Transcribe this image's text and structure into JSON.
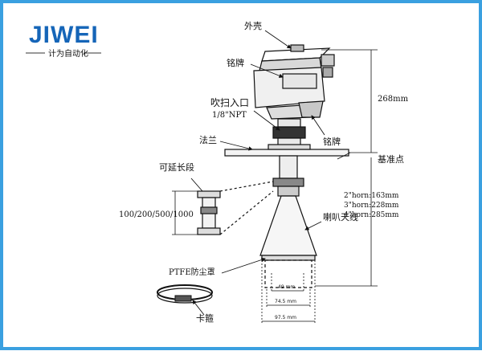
{
  "brand": {
    "logo_text": "JIWEI",
    "tagline": "计为自动化",
    "accent_color": "#1565b8",
    "frame_color": "#3aa0e0"
  },
  "labels": {
    "housing": "外壳",
    "nameplate_top": "铭牌",
    "purge_inlet": "吹扫入口",
    "purge_thread": "1/8\"NPT",
    "nameplate_side": "铭牌",
    "flange": "法兰",
    "extension": "可延长段",
    "extension_lengths": "100/200/500/1000",
    "reference_point": "基准点",
    "horn_antenna": "喇叭天线",
    "ptfe_cover": "PTFE防尘罩",
    "clamp": "卡箍"
  },
  "dimensions": {
    "height": "268mm",
    "horn_2": "2\"horn:163mm",
    "horn_3": "3\"horn:228mm",
    "horn_4": "4\"horn:285mm",
    "width_small": "49 mm",
    "width_mid": "74.5 mm",
    "width_large": "97.5 mm"
  }
}
